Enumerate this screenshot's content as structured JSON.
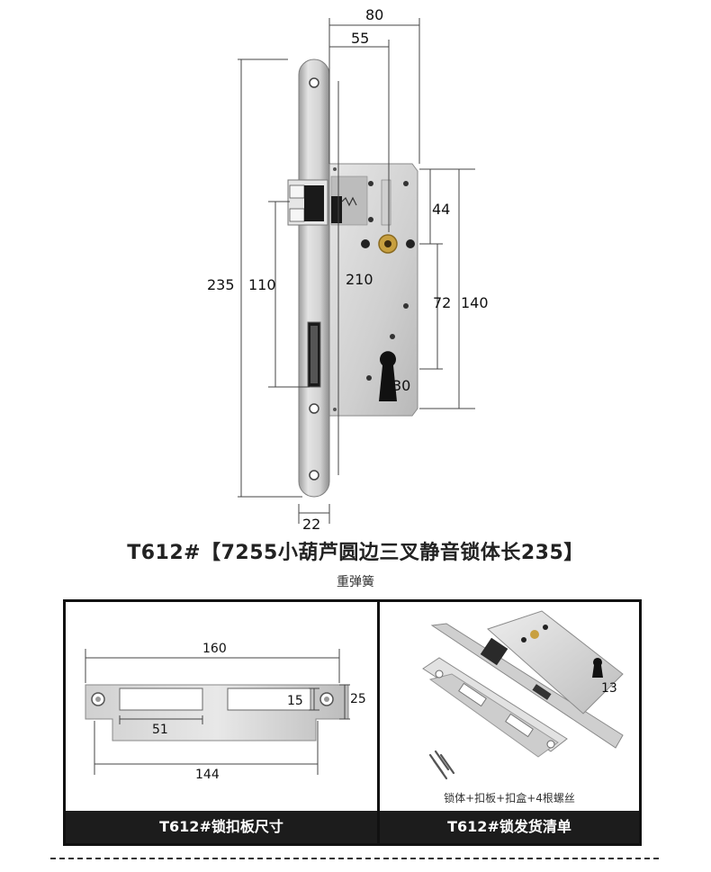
{
  "diagram": {
    "dimensions": {
      "overall_width": "80",
      "case_width": "55",
      "top_section": "44",
      "latch_height": "110",
      "faceplate_length": "235",
      "case_height": "210",
      "center_distance": "72",
      "case_length": "140",
      "cylinder": "30",
      "faceplate_width": "22"
    }
  },
  "title": {
    "main": "T612#【7255小葫芦圆边三叉静音锁体长235】",
    "subtitle": "重弹簧"
  },
  "strike_plate_panel": {
    "dimensions": {
      "length_top": "160",
      "opening_height": "15",
      "plate_height": "25",
      "opening_length": "51",
      "length_bottom": "144"
    },
    "caption": "T612#锁扣板尺寸"
  },
  "package_panel": {
    "label_13": "13",
    "contents": "锁体+扣板+扣盒+4根螺丝",
    "caption": "T612#锁发货清单"
  },
  "colors": {
    "caption_bar": "#1c1c1c",
    "brass": "#c8a040",
    "steel": "#d8d8d8"
  }
}
